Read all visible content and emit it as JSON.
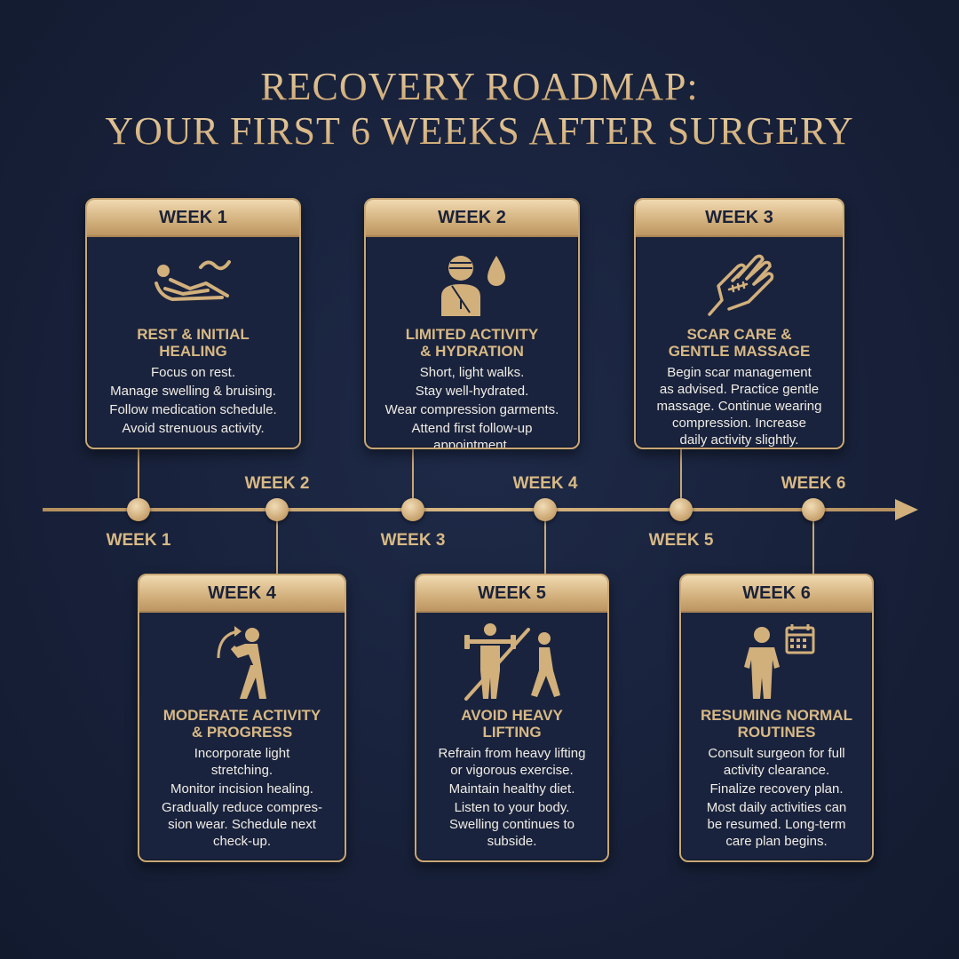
{
  "title": {
    "line1": "RECOVERY ROADMAP:",
    "line2": "YOUR FIRST 6 WEEKS AFTER SURGERY"
  },
  "colors": {
    "background": "#18213a",
    "gold": "#d2b07c",
    "card": "#1a233d",
    "text": "#f0ede6"
  },
  "timeline": {
    "labels": [
      "WEEK 1",
      "WEEK 2",
      "WEEK 3",
      "WEEK 4",
      "WEEK 5",
      "WEEK 6"
    ]
  },
  "cards": [
    {
      "week": "WEEK 1",
      "icon": "reclining-person-icon",
      "title": [
        "REST & INITIAL",
        "HEALING"
      ],
      "lines": [
        "Focus on rest.",
        "Manage swelling & bruising.",
        "Follow medication schedule.",
        "Avoid strenuous activity."
      ]
    },
    {
      "week": "WEEK 2",
      "icon": "bandaged-person-water-drop-icon",
      "title": [
        "LIMITED ACTIVITY",
        "& HYDRATION"
      ],
      "lines": [
        "Short, light walks.",
        "Stay well-hydrated.",
        "Wear compression garments.",
        "Attend first follow-up",
        "appointment."
      ]
    },
    {
      "week": "WEEK 3",
      "icon": "hand-scar-icon",
      "title": [
        "SCAR CARE &",
        "GENTLE MASSAGE"
      ],
      "lines": [
        "Begin scar management",
        "as advised. Practice gentle",
        "massage. Continue wearing",
        "compression. Increase",
        "daily activity slightly."
      ]
    },
    {
      "week": "WEEK 4",
      "icon": "stretching-person-icon",
      "title": [
        "MODERATE ACTIVITY",
        "& PROGRESS"
      ],
      "lines": [
        "Incorporate light",
        "stretching.",
        "Monitor incision healing.",
        "Gradually reduce compres-",
        "sion wear. Schedule next",
        "check-up."
      ]
    },
    {
      "week": "WEEK 5",
      "icon": "no-lifting-walking-icon",
      "title": [
        "AVOID HEAVY",
        "LIFTING"
      ],
      "lines": [
        "Refrain from heavy lifting",
        "or vigorous exercise.",
        "Maintain healthy diet.",
        "Listen to your body.",
        "Swelling continues to",
        "subside."
      ]
    },
    {
      "week": "WEEK 6",
      "icon": "person-calendar-icon",
      "title": [
        "RESUMING NORMAL",
        "ROUTINES"
      ],
      "lines": [
        "Consult surgeon for full",
        "activity clearance.",
        "Finalize recovery plan.",
        "Most daily activities can",
        "be resumed. Long-term",
        "care plan begins."
      ]
    }
  ]
}
